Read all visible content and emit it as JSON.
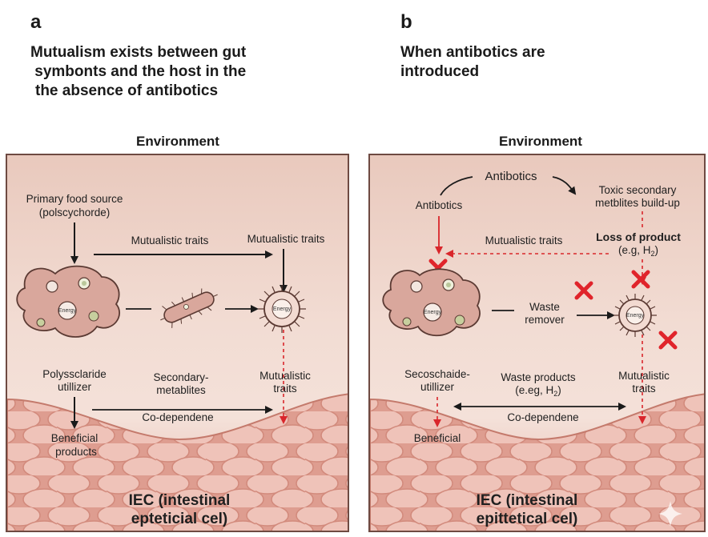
{
  "panel_a": {
    "letter": "a",
    "title_lines": [
      "Mutualism exists between gut",
      " symbonts and the host in the",
      "the absence of antibotics"
    ],
    "environment": "Environment",
    "food_source_1": "Primary food source",
    "food_source_2": "(polscychorde)",
    "mutualistic_traits_mid": "Mutualistic traits",
    "mutualistic_traits_right": "Mutualistic traits",
    "energy": "Energy",
    "utilizer_1": "Polyssclaride",
    "utilizer_2": "utillizer",
    "secondary_1": "Secondary-",
    "secondary_2": "metablites",
    "mutualistic_low_1": "Mutualistic",
    "mutualistic_low_2": "traits",
    "codependence": "Co-dependene",
    "beneficial_1": "Beneficial",
    "beneficial_2": "products",
    "iec_1": "IEC (intestinal",
    "iec_2": "epteticial cel)"
  },
  "panel_b": {
    "letter": "b",
    "title_lines": [
      "When antibotics are",
      "introduced"
    ],
    "environment": "Environment",
    "antibiotics_top": "Antibotics",
    "antibiotics_left": "Antibotics",
    "toxic_1": "Toxic secondary",
    "toxic_2": "metblites build-up",
    "loss_1": "Loss of product",
    "loss_2": "(e.g, H",
    "loss_sub": "2",
    "loss_close": ")",
    "mutualistic_traits": "Mutualistic traits",
    "energy": "Energy",
    "waste_1": "Waste",
    "waste_2": "remover",
    "secoschaide_1": "Secoschaide-",
    "secoschaide_2": "utillizer",
    "waste_products_1": "Waste products",
    "waste_products_2": "(e.eg, H",
    "waste_sub": "2",
    "waste_close": ")",
    "mutualistic_1": "Mutualistic",
    "mutualistic_2": "traits",
    "codependence": "Co-dependene",
    "beneficial": "Beneficial",
    "iec_1": "IEC (intestinal",
    "iec_2": "epittetical cel)"
  },
  "colors": {
    "arrow_black": "#1a1a1a",
    "arrow_red": "#d9262b",
    "x_mark": "#e0242b",
    "cell_fill": "#d9a79c",
    "tissue": "#e3a497",
    "tissue_cell": "#efc2b8",
    "border": "#6e4a42"
  }
}
